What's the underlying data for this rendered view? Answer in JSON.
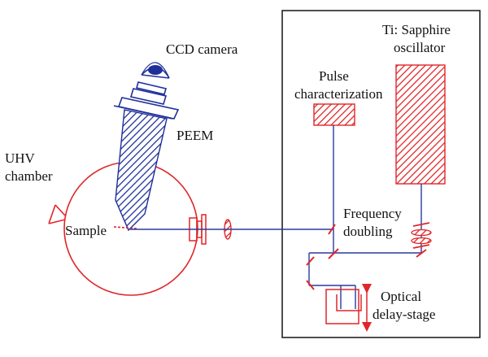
{
  "labels": {
    "ccd_camera": "CCD camera",
    "peem": "PEEM",
    "uhv_line1": "UHV",
    "uhv_line2": "chamber",
    "sample": "Sample",
    "pulse_line1": "Pulse",
    "pulse_line2": "characterization",
    "ti_line1": "Ti: Sapphire",
    "ti_line2": "oscillator",
    "freq_line1": "Frequency",
    "freq_line2": "doubling",
    "optical_line1": "Optical",
    "optical_line2": "delay-stage"
  },
  "colors": {
    "beam": "#2b3a9e",
    "component": "#e0262a",
    "peem": "#1f2f9a",
    "frame": "#222222",
    "text": "#111111"
  }
}
